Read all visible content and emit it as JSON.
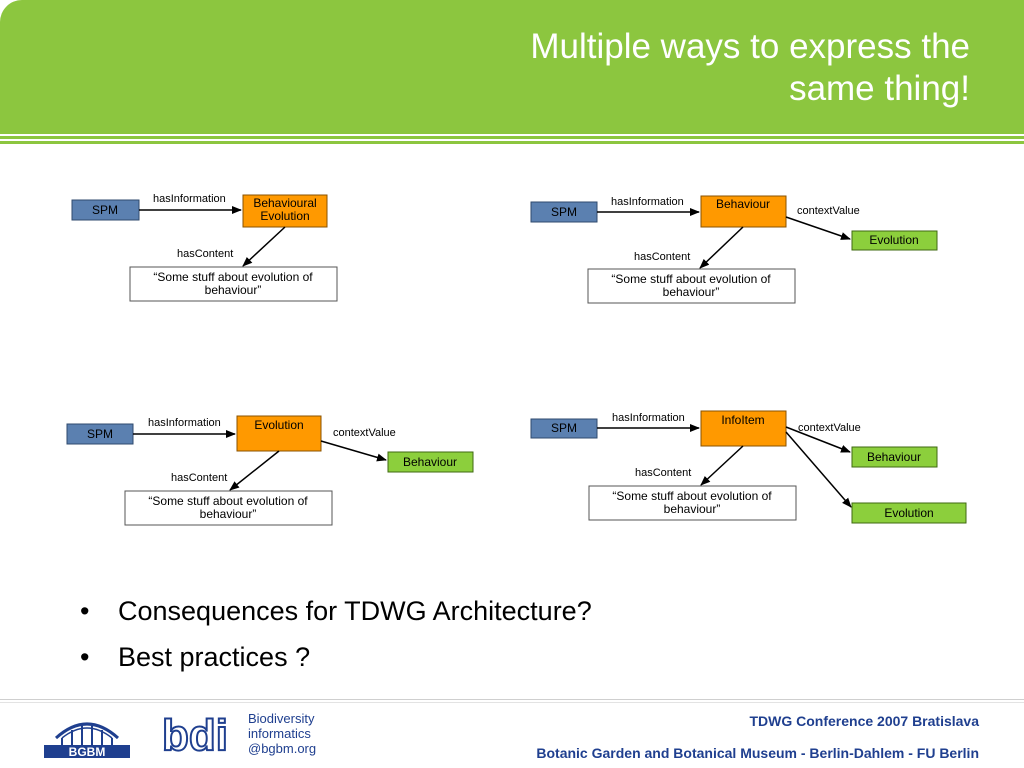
{
  "slide": {
    "title_line1": "Multiple ways to express the",
    "title_line2": "same thing!"
  },
  "diagrams": [
    {
      "subject": "SPM",
      "predicate1": "hasInformation",
      "object1": [
        "Behavioural",
        "Evolution"
      ],
      "predicate2": "hasContent",
      "content": [
        "“Some stuff about evolution of",
        "behaviour”"
      ]
    },
    {
      "subject": "SPM",
      "predicate1": "hasInformation",
      "object1": [
        "Behaviour"
      ],
      "predicate2": "hasContent",
      "content": [
        "“Some stuff about evolution of",
        "behaviour”"
      ],
      "predicate3": "contextValue",
      "context": [
        "Evolution"
      ]
    },
    {
      "subject": "SPM",
      "predicate1": "hasInformation",
      "object1": [
        "Evolution"
      ],
      "predicate2": "hasContent",
      "content": [
        "“Some stuff about evolution of",
        "behaviour”"
      ],
      "predicate3": "contextValue",
      "context": [
        "Behaviour"
      ]
    },
    {
      "subject": "SPM",
      "predicate1": "hasInformation",
      "object1": [
        "InfoItem"
      ],
      "predicate2": "hasContent",
      "content": [
        "“Some stuff about evolution of",
        "behaviour”"
      ],
      "predicate3": "contextValue",
      "context": [
        "Behaviour",
        "Evolution"
      ]
    }
  ],
  "bullets": [
    {
      "marker": "•",
      "text": "Consequences for TDWG Architecture?"
    },
    {
      "marker": "•",
      "text": "Best practices ?"
    }
  ],
  "footer": {
    "conference": "TDWG Conference 2007 Bratislava",
    "institution": "Botanic Garden and Botanical Museum - Berlin-Dahlem - FU Berlin",
    "bgbm_logo_text": "BGBM",
    "bdi_logo_text": "bdi",
    "bdi_line1": "Biodiversity",
    "bdi_line2": "informatics",
    "bdi_line3": "@bgbm.org"
  },
  "colors": {
    "header_green": "#8cc63f",
    "subject_blue": "#5b80b0",
    "object_orange": "#ff9900",
    "context_green": "#8ccf3c",
    "footer_blue": "#1f3f8f"
  },
  "icons": [
    "bgbm-logo",
    "bdi-logo"
  ]
}
